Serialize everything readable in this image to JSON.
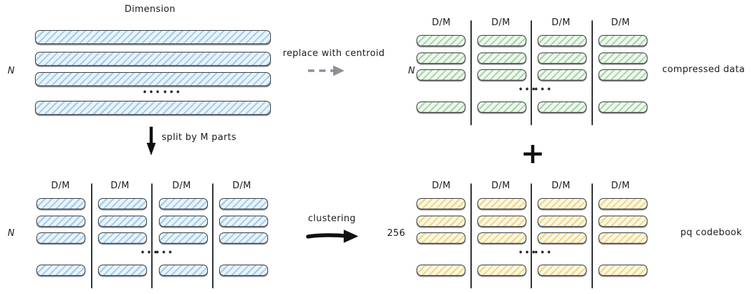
{
  "diagram": {
    "title_top_left": "Dimension",
    "row_label_n": "N",
    "row_label_codebook": "256",
    "ellipsis": "•••",
    "column_header": "D/M",
    "arrows": {
      "split": {
        "label": "split by M parts",
        "style": "solid-down",
        "color": "#111111"
      },
      "replace": {
        "label": "replace with centroid",
        "style": "dashed-right",
        "color": "#8b9196"
      },
      "clustering": {
        "label": "clustering",
        "style": "solid-right",
        "color": "#111111"
      }
    },
    "plus_sign": "+",
    "captions": {
      "compressed": "compressed data",
      "codebook": "pq codebook"
    },
    "colors": {
      "blue_fill": "#eaf4fb",
      "blue_hatch": "#8abee4",
      "green_fill": "#f0f8f0",
      "green_hatch": "#7ec47e",
      "yellow_fill": "#fdf7de",
      "yellow_hatch": "#e2c460",
      "stroke": "#3a3f44",
      "arrow_gray": "#8b9196",
      "arrow_black": "#111111"
    },
    "panels": {
      "original": {
        "name": "original-vectors",
        "bars": 4,
        "labels": [
          "row-1",
          "row-2",
          "row-3",
          "row-last"
        ]
      },
      "split": {
        "name": "split-subvectors",
        "columns": 4,
        "rows": 4
      },
      "compressed": {
        "name": "compressed-data",
        "columns": 4,
        "rows": 4
      },
      "codebook": {
        "name": "pq-codebook",
        "columns": 4,
        "rows": 4
      }
    }
  }
}
